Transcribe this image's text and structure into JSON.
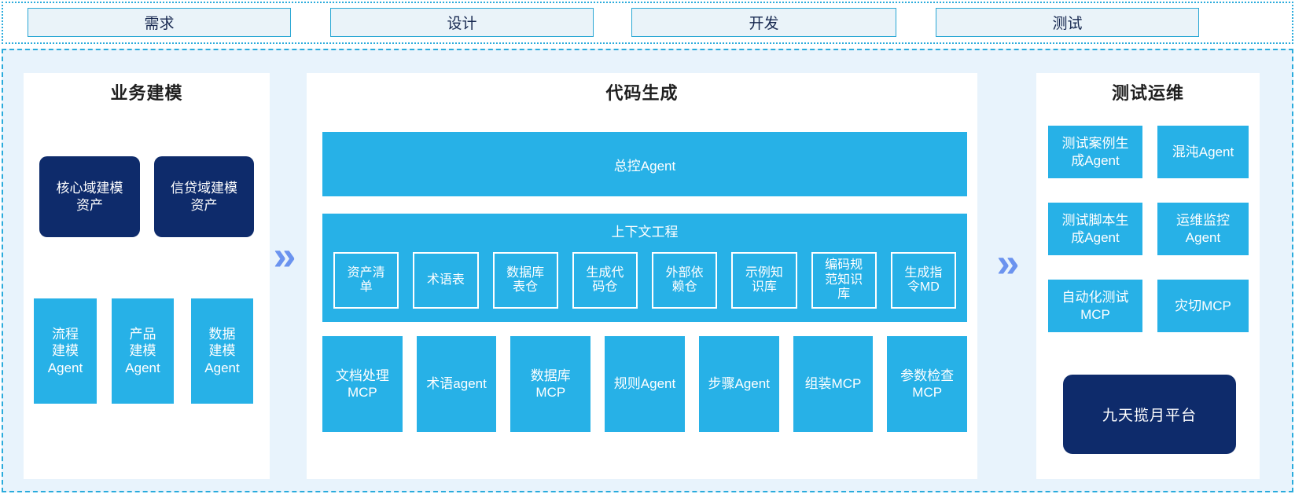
{
  "phases": [
    {
      "label": "需求"
    },
    {
      "label": "设计"
    },
    {
      "label": "开发"
    },
    {
      "label": "测试"
    }
  ],
  "arrows": {
    "glyph": "»"
  },
  "business_modeling": {
    "title": "业务建模",
    "assets": [
      {
        "label": "核心域建模\n资产"
      },
      {
        "label": "信贷域建模\n资产"
      }
    ],
    "agents": [
      {
        "label": "流程\n建模\nAgent"
      },
      {
        "label": "产品\n建模\nAgent"
      },
      {
        "label": "数据\n建模\nAgent"
      }
    ]
  },
  "code_generation": {
    "title": "代码生成",
    "master_agent": "总控Agent",
    "context_engineering": {
      "title": "上下文工程",
      "items": [
        {
          "label": "资产清\n单"
        },
        {
          "label": "术语表"
        },
        {
          "label": "数据库\n表仓"
        },
        {
          "label": "生成代\n码仓"
        },
        {
          "label": "外部依\n赖仓"
        },
        {
          "label": "示例知\n识库"
        },
        {
          "label": "编码规\n范知识\n库"
        },
        {
          "label": "生成指\n令MD"
        }
      ]
    },
    "workers": [
      {
        "label": "文档处理\nMCP"
      },
      {
        "label": "术语agent"
      },
      {
        "label": "数据库\nMCP"
      },
      {
        "label": "规则Agent"
      },
      {
        "label": "步骤Agent"
      },
      {
        "label": "组装MCP"
      },
      {
        "label": "参数检查\nMCP"
      }
    ]
  },
  "test_ops": {
    "title": "测试运维",
    "boxes": [
      {
        "label": "测试案例生\n成Agent"
      },
      {
        "label": "混沌Agent"
      },
      {
        "label": "测试脚本生\n成Agent"
      },
      {
        "label": "运维监控\nAgent"
      },
      {
        "label": "自动化测试\nMCP"
      },
      {
        "label": "灾切MCP"
      }
    ],
    "platform": "九天揽月平台"
  },
  "colors": {
    "cyan": "#27b1e7",
    "navy": "#0e2b6b",
    "container_bg": "#e8f3fc",
    "dashed_border": "#2aabdc",
    "phase_box_bg": "#eaf3f9",
    "phase_box_border": "#2aa7d4",
    "phase_text": "#16274f",
    "arrow": "#6b93ef"
  }
}
